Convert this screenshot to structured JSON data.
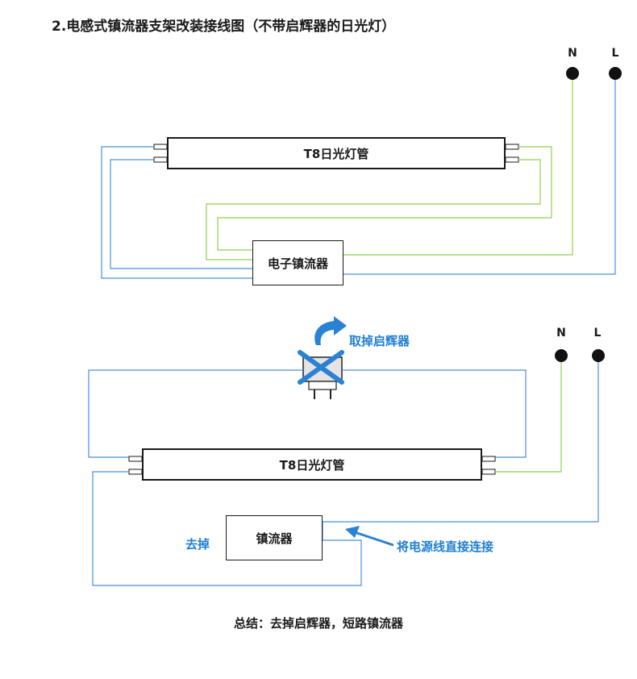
{
  "title": "2.电感式镇流器支架改装接线图（不带启辉器的日光灯）",
  "top": {
    "tube_label": "T8日光灯管",
    "ballast_label": "电子镇流器",
    "terminal_n": "N",
    "terminal_l": "L"
  },
  "bottom": {
    "tube_label": "T8日光灯管",
    "ballast_label": "镇流器",
    "terminal_n": "N",
    "terminal_l": "L",
    "remove_starter_label": "取掉启辉器",
    "remove_label": "去掉",
    "direct_connect_label": "将电源线直接连接"
  },
  "summary": "总结：去掉启辉器，短路镇流器",
  "colors": {
    "neutral_wire": "#8fd14f",
    "live_wire": "#4a90d9",
    "annotation": "#1f7fd0",
    "cross": "#2a82d4"
  }
}
